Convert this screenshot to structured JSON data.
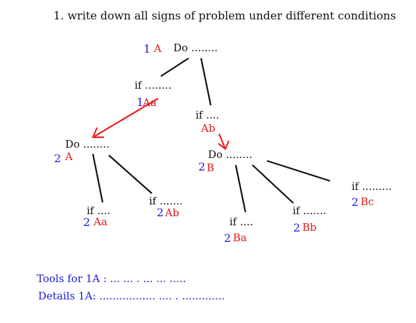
{
  "title": "1. write down all signs of problem under different conditions",
  "nodes": {
    "root": {
      "label": "Do ........",
      "num": "1",
      "code": "A"
    },
    "if_1aa": {
      "label": "if ........",
      "num": "1",
      "code": "Aa"
    },
    "if_ab": {
      "label": "if ....",
      "code": "Ab"
    },
    "do_a": {
      "label": "Do ........",
      "num": "2",
      "code": "A"
    },
    "do_b": {
      "label": "Do ........",
      "num": "2",
      "code": "B"
    },
    "if_2aa": {
      "label": "if ....",
      "num": "2",
      "code": "Aa"
    },
    "if_2ab": {
      "label": "if .......",
      "num": "2",
      "code": "Ab"
    },
    "if_2ba": {
      "label": "if ....",
      "num": "2",
      "code": "Ba"
    },
    "if_2bb": {
      "label": "if .......",
      "num": "2",
      "code": "Bb"
    },
    "if_2bc": {
      "label": "if .........",
      "num": "2",
      "code": "Bc"
    }
  },
  "notes": {
    "tools": "Tools for 1A : ... ... . ... ... .....",
    "details": "Details 1A: ................. .... .  ............."
  },
  "colors": {
    "text": "#111111",
    "number": "#1a1ad8",
    "code": "#e01515",
    "arrow": "#ee2222",
    "edge": "#111111"
  }
}
